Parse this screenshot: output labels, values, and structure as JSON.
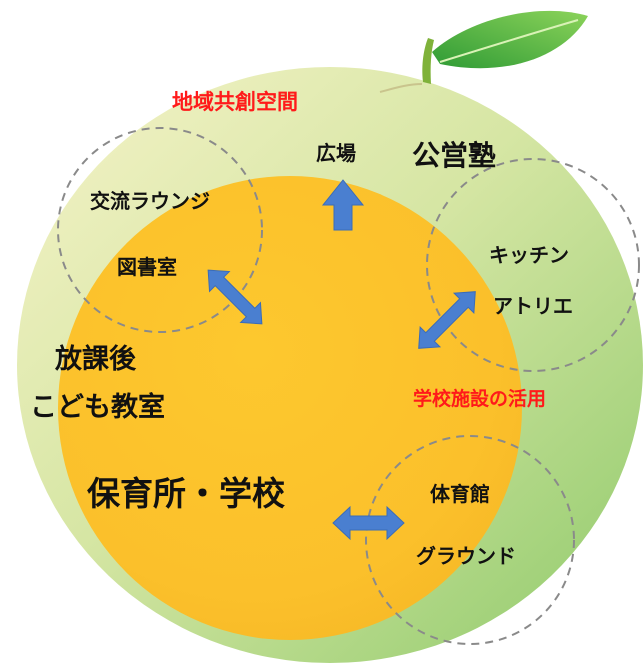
{
  "colors": {
    "outer_light": "#f1efc6",
    "outer_green": "#a9d17b",
    "inner_orange": "#fbc22c",
    "leaf": "#47b340",
    "arrow": "#4a7fd0",
    "dash": "#8a8a8a",
    "accent_text": "#ff1a1a"
  },
  "labels": {
    "community_space": "地域共創空間",
    "plaza": "広場",
    "public_cram": "公営塾",
    "exchange_lounge": "交流ラウンジ",
    "library": "図書室",
    "kitchen": "キッチン",
    "atelier": "アトリエ",
    "after_school_1": "放課後",
    "after_school_2": "こども教室",
    "school_facilities": "学校施設の活用",
    "nursery_school": "保育所・学校",
    "gym": "体育館",
    "ground": "グラウンド"
  }
}
